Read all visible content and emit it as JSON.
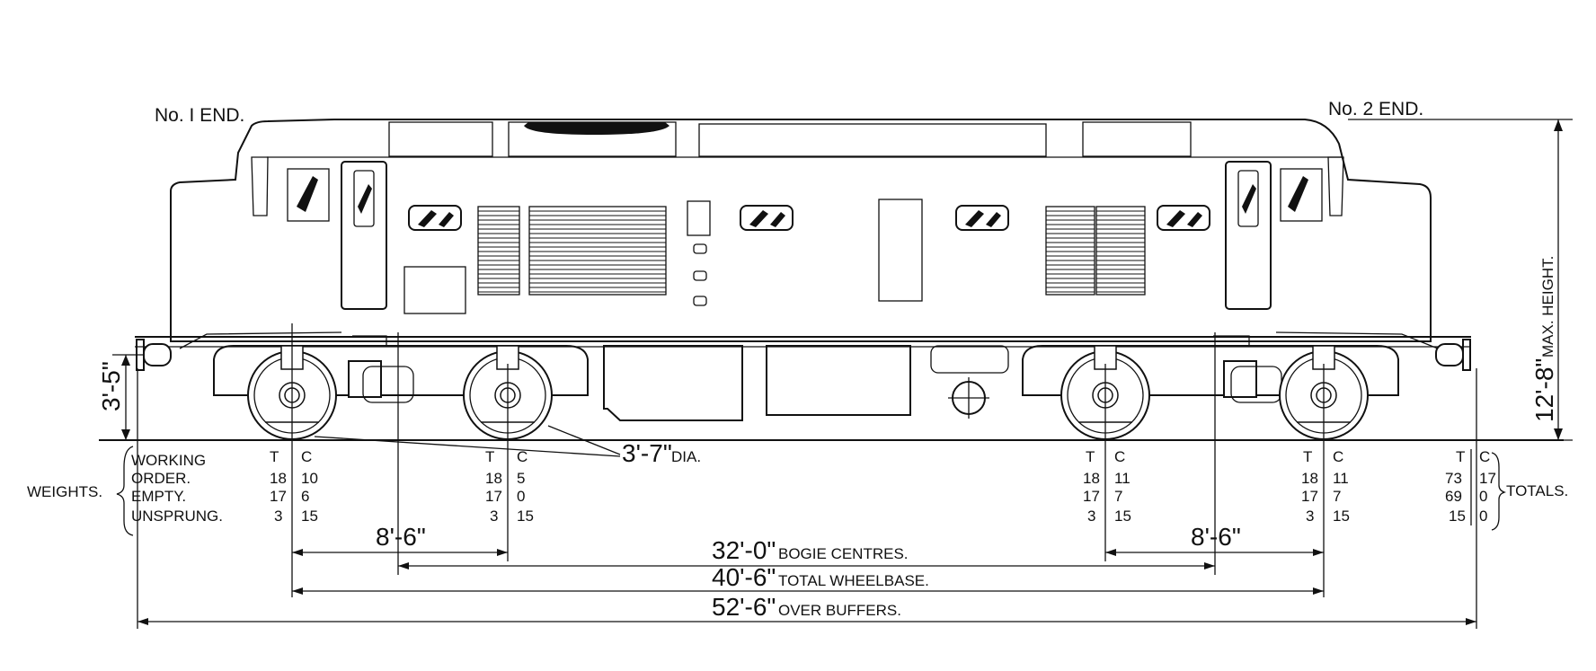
{
  "ends": {
    "left": "No. I END.",
    "right": "No. 2 END."
  },
  "height_dims": {
    "max_height_value": "12'-8\"",
    "max_height_label": "MAX. HEIGHT.",
    "buffer_height_value": "3'-5\""
  },
  "wheel_dia": {
    "value": "3'-7\"",
    "label": "DIA."
  },
  "weights": {
    "title": "WEIGHTS.",
    "row_labels": [
      "WORKING",
      "ORDER.",
      "EMPTY.",
      "UNSPRUNG."
    ],
    "col_headers": [
      "T",
      "C"
    ],
    "axles": [
      {
        "working_order": [
          "18",
          "10"
        ],
        "empty": [
          "17",
          "6"
        ],
        "unsprung": [
          "3",
          "15"
        ]
      },
      {
        "working_order": [
          "18",
          "5"
        ],
        "empty": [
          "17",
          "0"
        ],
        "unsprung": [
          "3",
          "15"
        ]
      },
      {
        "working_order": [
          "18",
          "11"
        ],
        "empty": [
          "17",
          "7"
        ],
        "unsprung": [
          "3",
          "15"
        ]
      },
      {
        "working_order": [
          "18",
          "11"
        ],
        "empty": [
          "17",
          "7"
        ],
        "unsprung": [
          "3",
          "15"
        ]
      }
    ],
    "totals": {
      "working_order": [
        "73",
        "17"
      ],
      "empty": [
        "69",
        "0"
      ],
      "unsprung": [
        "15",
        "0"
      ]
    },
    "totals_label": "TOTALS."
  },
  "dimensions": {
    "bogie_wheelbase_left": "8'-6\"",
    "bogie_wheelbase_right": "8'-6\"",
    "bogie_centres_value": "32'-0\"",
    "bogie_centres_label": "BOGIE CENTRES.",
    "total_wheelbase_value": "40'-6\"",
    "total_wheelbase_label": "TOTAL WHEELBASE.",
    "over_buffers_value": "52'-6\"",
    "over_buffers_label": "OVER BUFFERS."
  }
}
